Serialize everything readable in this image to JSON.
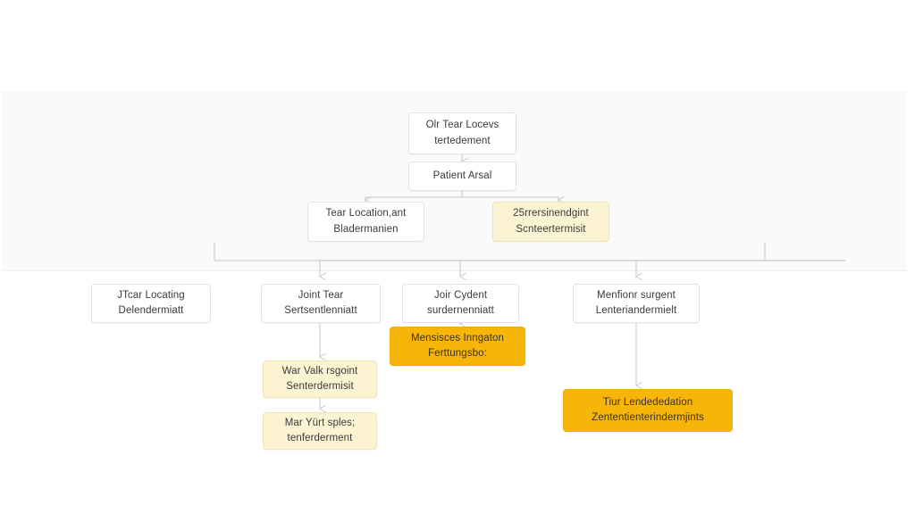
{
  "diagram": {
    "title": "clinical-decision-flowchart",
    "colors": {
      "page_background": "#ffffff",
      "band_background": "#fafafa",
      "node_plain_fill": "#ffffff",
      "node_plain_border": "#e3e3e3",
      "node_pale_fill": "#fbf3d2",
      "node_pale_border": "#f0e3b4",
      "node_amber_fill": "#f7b409",
      "node_amber_border": "#f2ad05",
      "text": "#3b3b3b",
      "connector": "#cfcfcf"
    },
    "nodes": [
      {
        "id": "n1",
        "style": "plain",
        "lines": [
          "Olr Tear Locevs",
          "tertedement"
        ]
      },
      {
        "id": "n2",
        "style": "plain",
        "lines": [
          "Patient Arsal"
        ]
      },
      {
        "id": "n3",
        "style": "plain",
        "lines": [
          "Tear Location,ant",
          "Bladermanien"
        ]
      },
      {
        "id": "n4",
        "style": "pale",
        "lines": [
          "25rrersinendgint",
          "Scnteertermisit"
        ]
      },
      {
        "id": "n5",
        "style": "plain",
        "lines": [
          "JTcar Locating",
          "Delendermiatt"
        ]
      },
      {
        "id": "n6",
        "style": "plain",
        "lines": [
          "Joint Tear",
          "Sertsentlenniatt"
        ]
      },
      {
        "id": "n7",
        "style": "plain",
        "lines": [
          "Joir Cydent",
          "surdernenniatt"
        ]
      },
      {
        "id": "n8",
        "style": "plain",
        "lines": [
          "Menfionr surgent",
          "Lenteriandermielt"
        ]
      },
      {
        "id": "n9",
        "style": "amber",
        "lines": [
          "Mensisces Inngaton",
          "Ferttungsbo:"
        ]
      },
      {
        "id": "n10",
        "style": "pale",
        "lines": [
          "War Valk rsgoint",
          "Senterdermisit"
        ]
      },
      {
        "id": "n11",
        "style": "pale",
        "lines": [
          "Mar Yürt sples;",
          "tenferderment"
        ]
      },
      {
        "id": "n12",
        "style": "amber",
        "lines": [
          "Tiur Lendededation",
          "Zententienterindermjints"
        ]
      }
    ]
  }
}
